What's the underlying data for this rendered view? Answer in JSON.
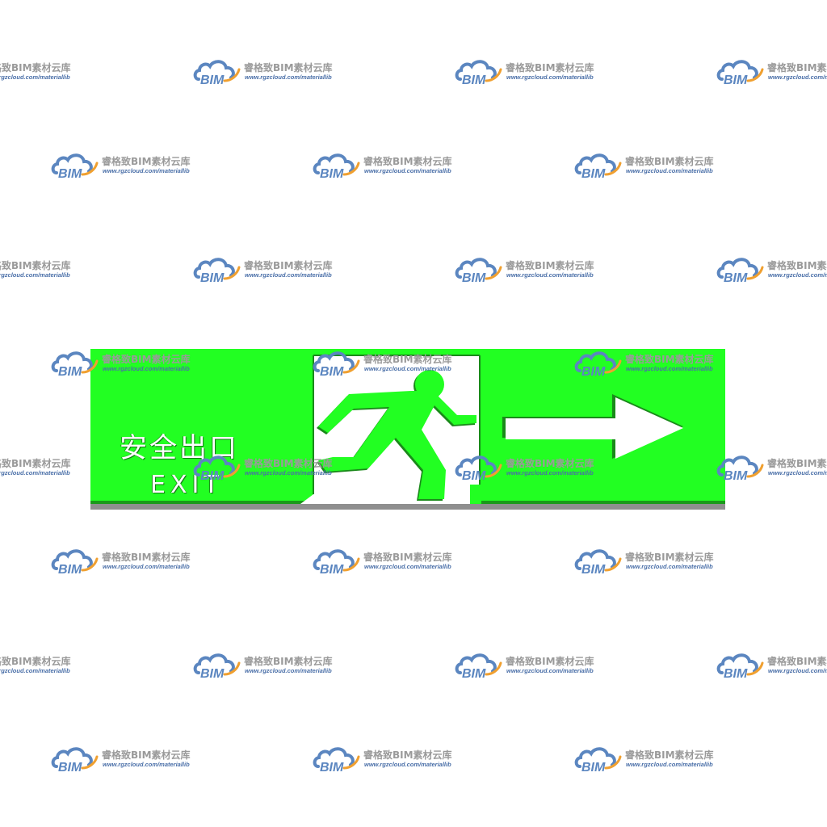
{
  "sign": {
    "text_cn": "安全出口",
    "text_en": "EXIT",
    "colors": {
      "background": "#22ff22",
      "shadow": "#1a8a1a",
      "base": "#8a8a8a",
      "symbol": "#ffffff"
    },
    "icons": [
      "running-man-icon",
      "exit-door-icon",
      "arrow-right-icon"
    ]
  },
  "watermark": {
    "logo_text": "BIM",
    "name": "睿格致BIM素材云库",
    "url": "www.rgzcloud.com/materiallib",
    "colors": {
      "cloud_blue": "#5b86c0",
      "swoosh_orange": "#f0a030",
      "name_gray": "#9a9a9a",
      "url_blue": "#4a6fa8"
    }
  }
}
